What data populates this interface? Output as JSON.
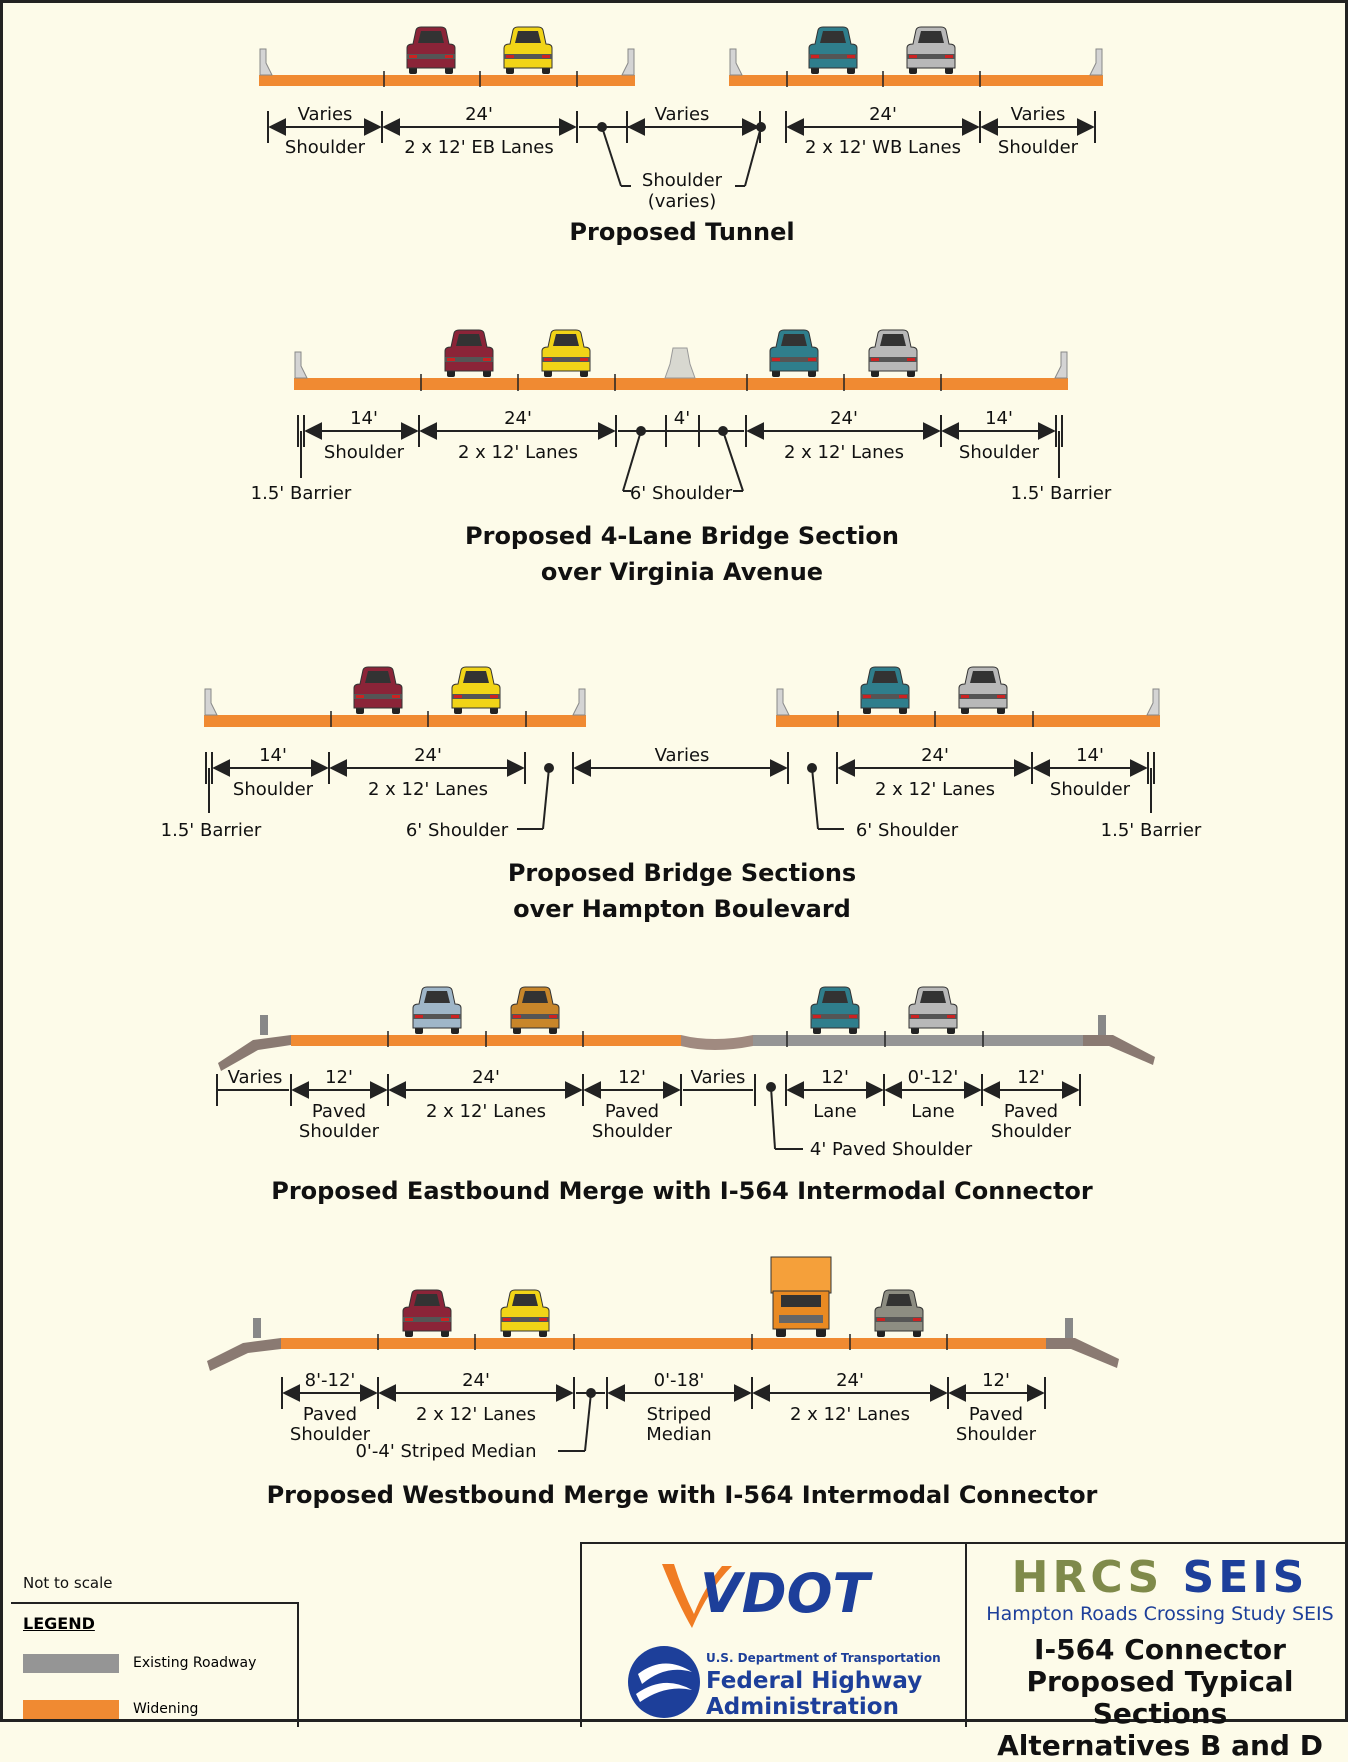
{
  "colors": {
    "widening": "#f08a32",
    "existing": "#959595",
    "background": "#fdfbe9"
  },
  "sections": {
    "tunnel": {
      "title": "Proposed Tunnel",
      "dims": [
        "Varies",
        "Shoulder",
        "24'",
        "2 x 12' EB Lanes",
        "Varies",
        "Shoulder",
        "(varies)",
        "24'",
        "2 x 12' WB Lanes",
        "Varies",
        "Shoulder"
      ]
    },
    "bridge4": {
      "title1": "Proposed 4-Lane Bridge Section",
      "title2": "over Virginia Avenue",
      "dims": [
        "14'",
        "Shoulder",
        "24'",
        "2 x 12' Lanes",
        "4'",
        "24'",
        "2 x 12' Lanes",
        "14'",
        "Shoulder",
        "1.5' Barrier",
        "6' Shoulder",
        "1.5' Barrier"
      ]
    },
    "hampton": {
      "title1": "Proposed Bridge Sections",
      "title2": "over Hampton Boulevard",
      "dims": [
        "14'",
        "Shoulder",
        "24'",
        "2 x 12' Lanes",
        "Varies",
        "24'",
        "2 x 12' Lanes",
        "14'",
        "Shoulder",
        "1.5' Barrier",
        "6' Shoulder",
        "6' Shoulder",
        "1.5' Barrier"
      ]
    },
    "eastbound": {
      "title": "Proposed Eastbound Merge with I-564 Intermodal Connector",
      "dims": [
        "Varies",
        "12'",
        "Paved",
        "Shoulder",
        "24'",
        "2 x 12' Lanes",
        "12'",
        "Paved",
        "Shoulder",
        "Varies",
        "12'",
        "Lane",
        "0'-12'",
        "Lane",
        "12'",
        "Paved",
        "Shoulder",
        "4' Paved Shoulder"
      ]
    },
    "westbound": {
      "title": "Proposed Westbound Merge with I-564 Intermodal Connector",
      "dims": [
        "8'-12'",
        "Paved",
        "Shoulder",
        "24'",
        "2 x 12' Lanes",
        "0'-18'",
        "Striped",
        "Median",
        "24'",
        "2 x 12' Lanes",
        "12'",
        "Paved",
        "Shoulder",
        "0'-4' Striped Median"
      ]
    }
  },
  "footer": {
    "not_to_scale": "Not to scale",
    "legend_title": "LEGEND",
    "legend_items": [
      {
        "label": "Existing Roadway",
        "color": "#959595"
      },
      {
        "label": "Widening",
        "color": "#f08a32"
      }
    ],
    "vdot": "VDOT",
    "usdot": "U.S. Department of Transportation",
    "fhwa1": "Federal Highway",
    "fhwa2": "Administration",
    "hrcs_a": "HRCS",
    "hrcs_b": "SEIS",
    "hrcs_sub": "Hampton Roads Crossing Study SEIS",
    "title1": "I-564 Connector",
    "title2": "Proposed Typical Sections",
    "title3": "Alternatives B and D"
  }
}
